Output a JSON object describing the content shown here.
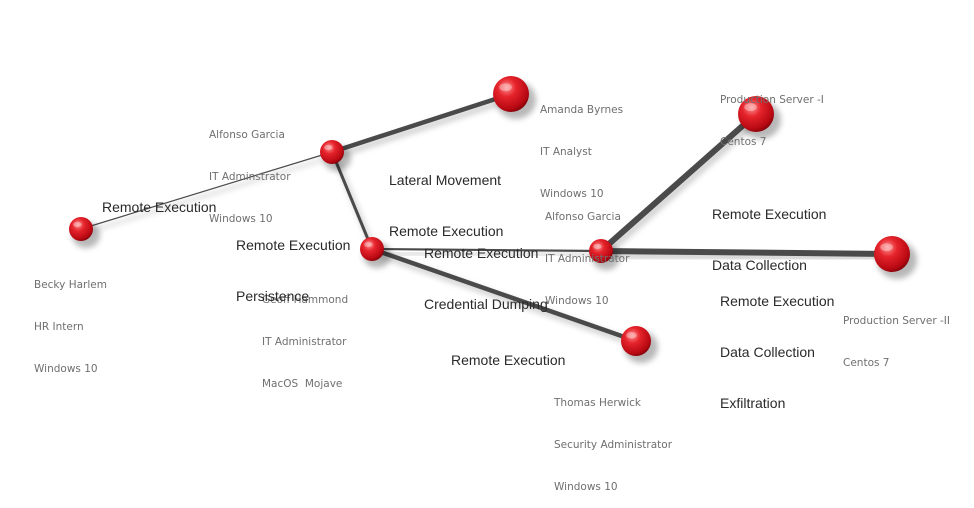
{
  "colors": {
    "node": "#d4121b",
    "node_highlight": "#ff8f8f",
    "node_dark": "#6e0006",
    "edge": "#4a4a4a"
  },
  "nodes": [
    {
      "id": "becky",
      "lines": [
        "Becky Harlem",
        "HR Intern",
        "Windows 10"
      ]
    },
    {
      "id": "alfonso1",
      "lines": [
        "Alfonso Garcia",
        "IT Adminstrator",
        "Windows 10"
      ]
    },
    {
      "id": "amanda",
      "lines": [
        "Amanda Byrnes",
        "IT Analyst",
        "Windows 10"
      ]
    },
    {
      "id": "geoff",
      "lines": [
        "Geoff Hammond",
        "IT Administrator",
        "MacOS  Mojave"
      ]
    },
    {
      "id": "alfonso2",
      "lines": [
        "Alfonso Garcia",
        "IT Administrator",
        "Windows 10"
      ]
    },
    {
      "id": "thomas",
      "lines": [
        "Thomas Herwick",
        "Security Administrator",
        "Windows 10"
      ]
    },
    {
      "id": "prod1",
      "lines": [
        "Production Server -I",
        "Centos 7"
      ]
    },
    {
      "id": "prod2",
      "lines": [
        "Production Server -II",
        "Centos 7"
      ]
    }
  ],
  "edges": [
    {
      "id": "becky-alfonso1",
      "lines": [
        "Remote Execution"
      ]
    },
    {
      "id": "alfonso1-amanda",
      "lines": [
        "Lateral Movement",
        "Remote Execution"
      ]
    },
    {
      "id": "alfonso1-geoff",
      "lines": [
        "Remote Execution",
        "Persistence"
      ]
    },
    {
      "id": "geoff-alfonso2",
      "lines": [
        "Remote Execution",
        "Credential Dumping"
      ]
    },
    {
      "id": "geoff-thomas",
      "lines": [
        "Remote Execution"
      ]
    },
    {
      "id": "alfonso2-prod1",
      "lines": [
        "Remote Execution",
        "Data Collection"
      ]
    },
    {
      "id": "alfonso2-prod2",
      "lines": [
        "Remote Execution",
        "Data Collection",
        "Exfiltration"
      ]
    }
  ]
}
